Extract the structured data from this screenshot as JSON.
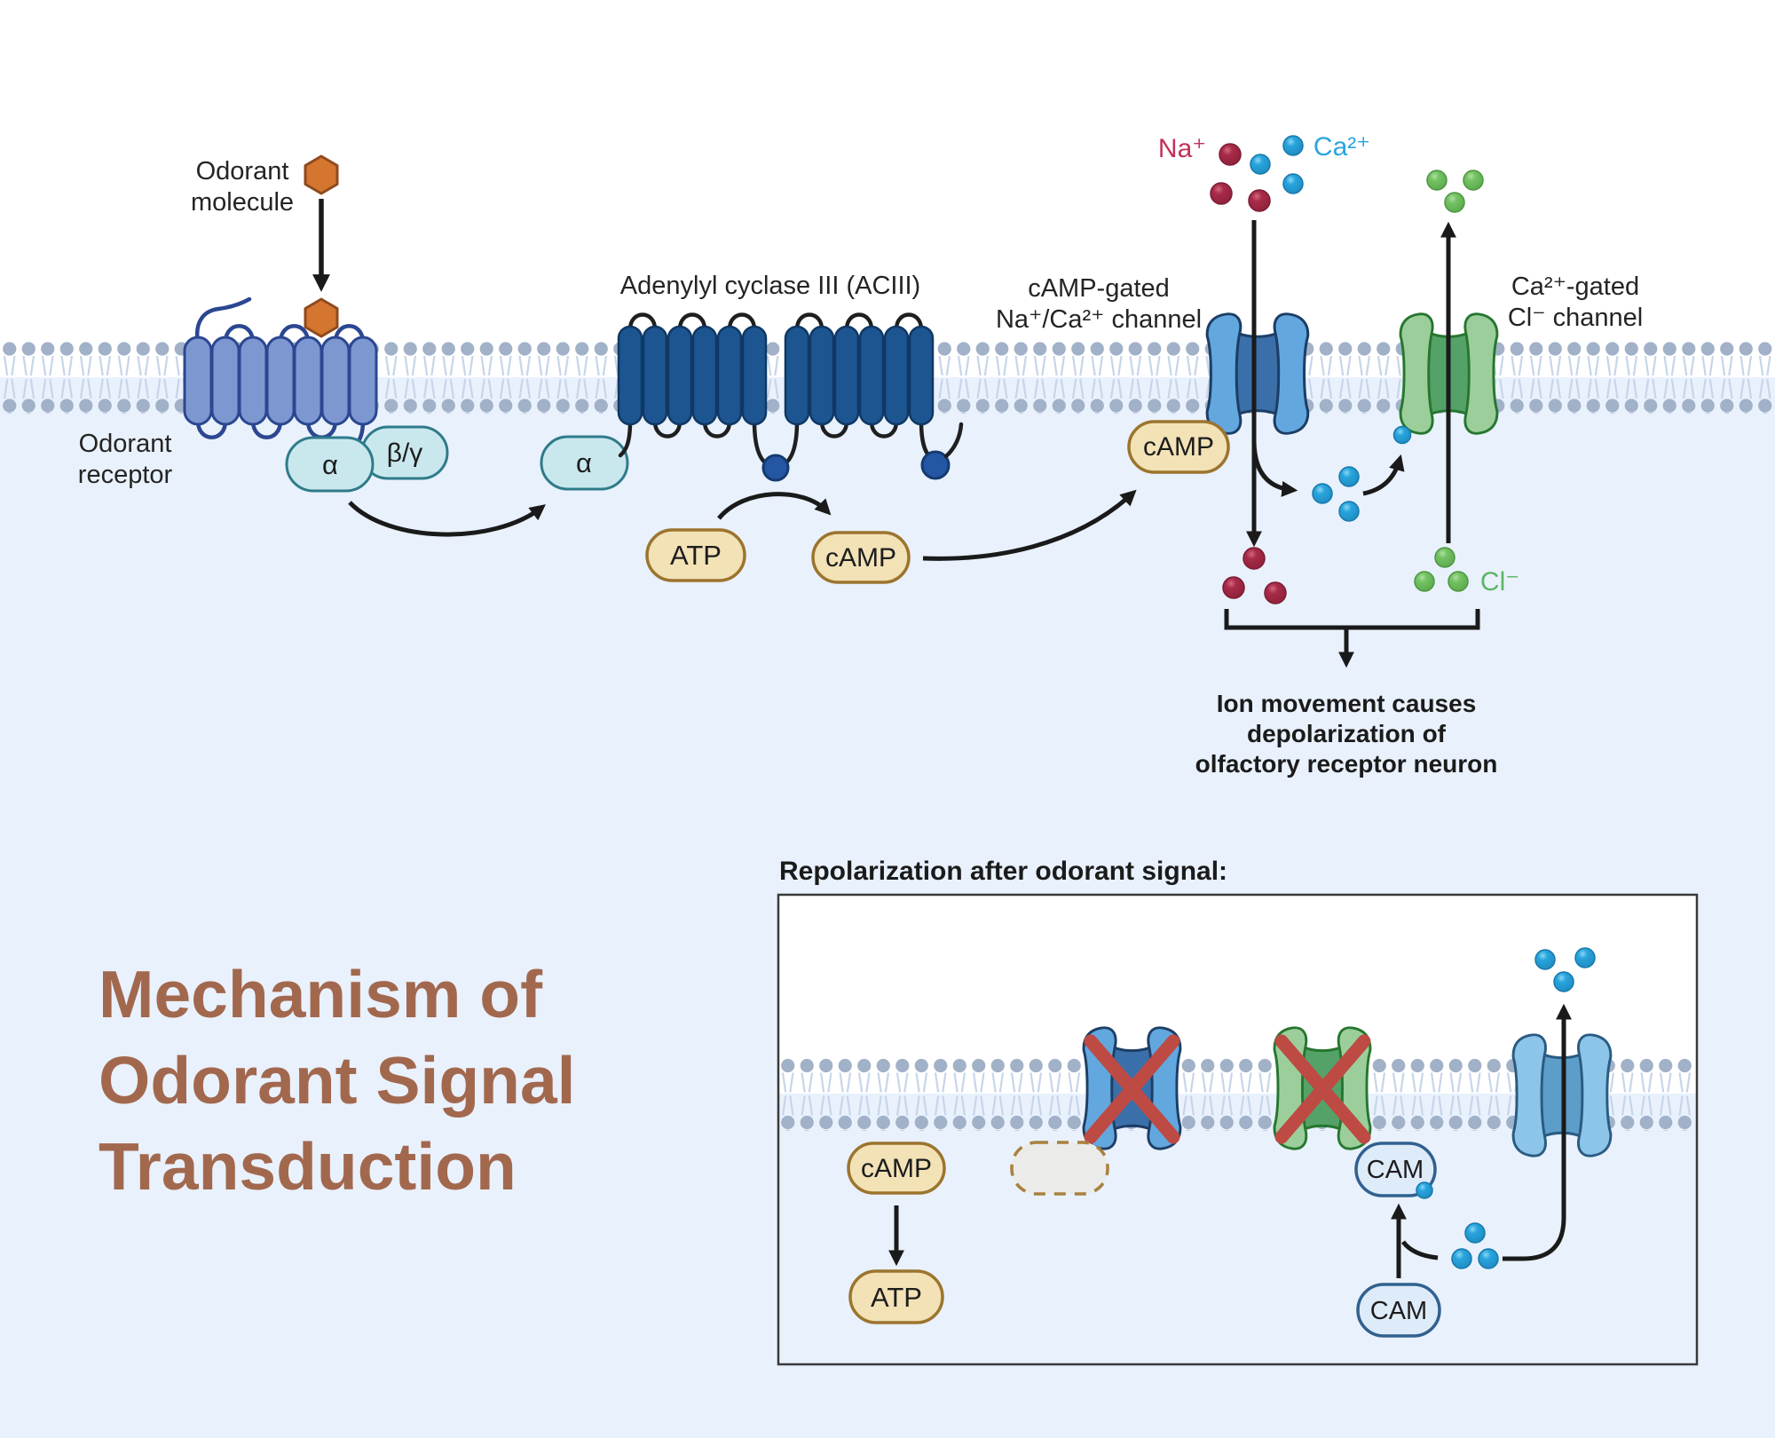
{
  "title": {
    "line1": "Mechanism of",
    "line2": "Odorant Signal",
    "line3": "Transduction"
  },
  "pathway": {
    "odorant_molecule_label": {
      "line1": "Odorant",
      "line2": "molecule"
    },
    "odorant_receptor_label": {
      "line1": "Odorant",
      "line2": "receptor"
    },
    "g_alpha": "α",
    "g_beta_gamma": "β/γ",
    "g_alpha_2": "α",
    "aciii_label": "Adenylyl cyclase III (ACIII)",
    "atp": "ATP",
    "camp": "cAMP",
    "camp_2": "cAMP",
    "camp_channel_label": {
      "line1": "cAMP-gated",
      "line2": "Na⁺/Ca²⁺ channel"
    },
    "cl_channel_label": {
      "line1": "Ca²⁺-gated",
      "line2": "Cl⁻ channel"
    },
    "na_ion": "Na⁺",
    "ca_ion": "Ca²⁺",
    "cl_ion": "Cl⁻",
    "depolarization_caption": {
      "line1": "Ion movement causes",
      "line2": "depolarization of",
      "line3": "olfactory receptor neuron"
    }
  },
  "repolarization": {
    "heading": "Repolarization after odorant signal:",
    "camp": "cAMP",
    "atp": "ATP",
    "cam_bound": "CAM",
    "cam_free": "CAM"
  },
  "colors": {
    "background_azure": "#E9F1FC",
    "title_brown": "#A2684E",
    "na_red": "#C23158",
    "ca_blue": "#29A5DE",
    "cl_green": "#5BB564",
    "channel_blue": "#63A7DF",
    "channel_green": "#9CCE9B",
    "exchanger_sky": "#8CC5E8",
    "aciii_navy": "#1D5591",
    "receptor_blue": "#7D98D1",
    "nucleotide_tan": "#F2E2B6",
    "gprotein_cyan": "#C9E8EE",
    "cam_light_blue": "#DEEBF9",
    "odorant_orange": "#D4762F",
    "x_mark_red": "#BE4A44"
  }
}
